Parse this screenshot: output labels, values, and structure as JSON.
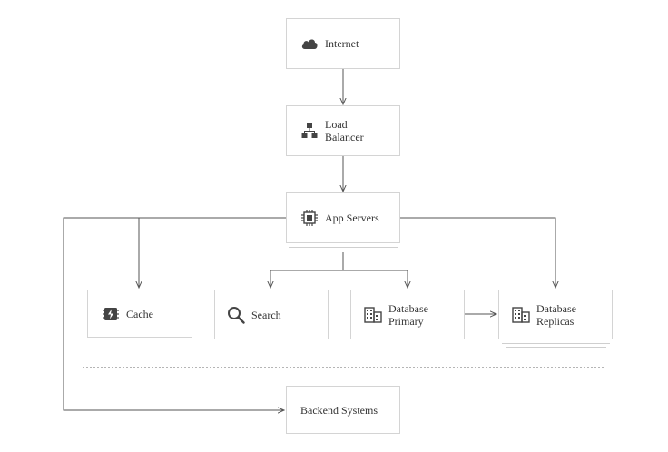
{
  "nodes": {
    "internet": {
      "label": "Internet",
      "icon": "cloud-icon"
    },
    "load_balancer": {
      "label_line1": "Load",
      "label_line2": "Balancer",
      "icon": "sitemap-icon"
    },
    "app_servers": {
      "label": "App Servers",
      "icon": "cpu-chip-icon"
    },
    "cache": {
      "label": "Cache",
      "icon": "memory-bolt-icon"
    },
    "search": {
      "label": "Search",
      "icon": "magnifier-icon"
    },
    "db_primary": {
      "label_line1": "Database",
      "label_line2": "Primary",
      "icon": "building-icon"
    },
    "db_replicas": {
      "label_line1": "Database",
      "label_line2": "Replicas",
      "icon": "building-icon"
    },
    "backend": {
      "label": "Backend Systems"
    }
  },
  "colors": {
    "border": "#d4d4d4",
    "edge": "#555555",
    "icon": "#444444",
    "text": "#333333"
  }
}
